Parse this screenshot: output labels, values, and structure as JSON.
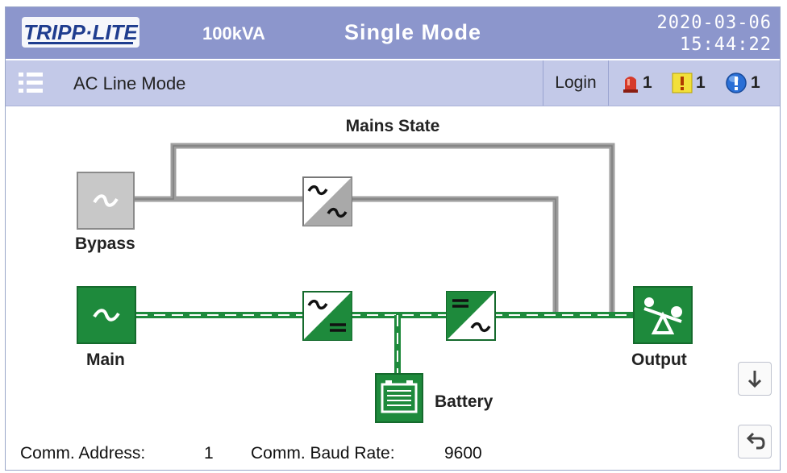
{
  "header": {
    "brand": "TRIPP·LITE",
    "model": "100kVA",
    "mode": "Single Mode",
    "date": "2020-03-06",
    "time": "15:44:22"
  },
  "subbar": {
    "status": "AC Line Mode",
    "login_label": "Login",
    "alarms": [
      {
        "icon": "red-siren-icon",
        "count": "1",
        "color": "#d63a2a"
      },
      {
        "icon": "yellow-warning-icon",
        "count": "1",
        "color": "#f0d020"
      },
      {
        "icon": "blue-info-icon",
        "count": "1",
        "color": "#2a6fd6"
      }
    ]
  },
  "diagram": {
    "title": "Mains State",
    "bypass_label": "Bypass",
    "main_label": "Main",
    "battery_label": "Battery",
    "output_label": "Output"
  },
  "footer": {
    "comm_address_label": "Comm.  Address:",
    "comm_address_value": "1",
    "baud_rate_label": "Comm.  Baud Rate:",
    "baud_rate_value": "9600"
  },
  "colors": {
    "active_green": "#1e8a3c",
    "inactive_gray": "#9e9e9e",
    "header": "#8c96cc",
    "subbar": "#c3c9e8"
  }
}
